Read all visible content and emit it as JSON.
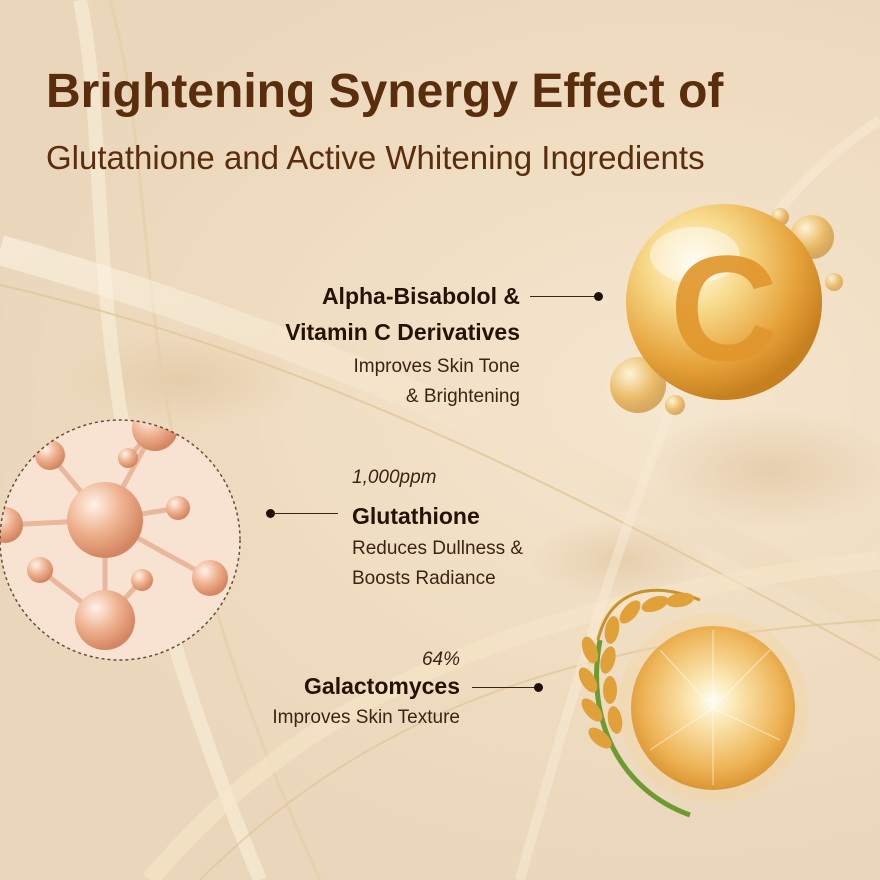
{
  "title": {
    "line1": "Brightening Synergy Effect of",
    "line2": "Glutathione and Active Whitening Ingredients"
  },
  "ingredients": [
    {
      "name_line1": "Alpha-Bisabolol &",
      "name_line2": "Vitamin C Derivatives",
      "desc_line1": "Improves Skin Tone",
      "desc_line2": "& Brightening",
      "icon": "vitamin-c-sphere-icon"
    },
    {
      "amount": "1,000ppm",
      "name": "Glutathione",
      "desc_line1": "Reduces Dullness &",
      "desc_line2": "Boosts Radiance",
      "icon": "molecule-icon"
    },
    {
      "amount": "64%",
      "name": "Galactomyces",
      "desc": "Improves Skin Texture",
      "icon": "rice-grain-sphere-icon"
    }
  ],
  "vitamin_letter": "C",
  "colors": {
    "title": "#5a2d0c",
    "text": "#2a1608",
    "gold": "#e8a93a",
    "background": "#f3e4cf"
  }
}
